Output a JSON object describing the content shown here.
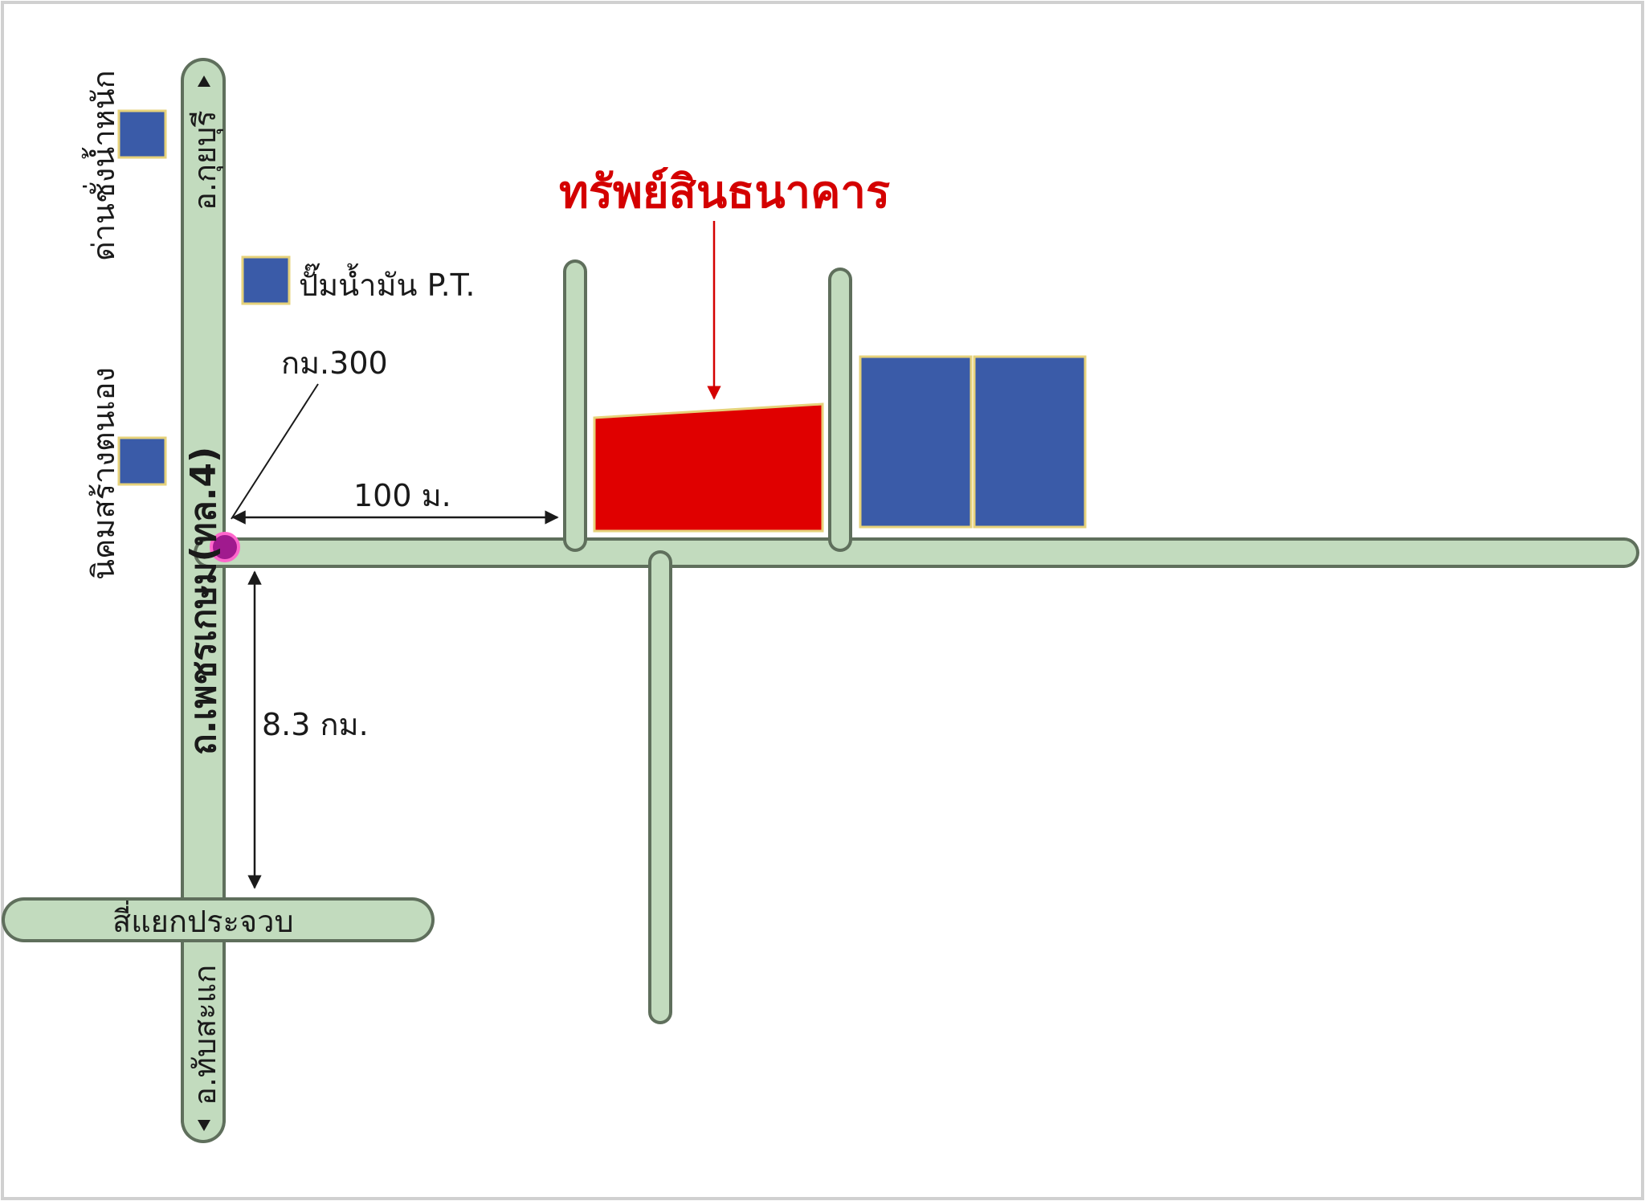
{
  "colors": {
    "road_fill": "#c2dbbe",
    "road_edge": "#5f6f5c",
    "building": "#3a5ba8",
    "property": "#e00000",
    "property_border": "#e6d27a",
    "marker": "#a01a8e",
    "marker_ring": "#ff66cc",
    "arrow": "#1a1a1a",
    "pointer": "#d40000",
    "title_text": "#d40000"
  },
  "labels": {
    "property_title": "ทรัพย์สินธนาคาร",
    "gas_station": "ปั๊มน้ำมัน P.T.",
    "km_marker": "กม.300",
    "distance_east": "100 ม.",
    "distance_south": "8.3 กม.",
    "main_road": "ถ.เพชรเกษม(ทล.4)",
    "intersection": "สี่แยกประจวบ",
    "to_north": "อ.กุยบุรี",
    "to_south": "อ.ทับสะแก",
    "weigh_station": "ด่านชั่งน้ำหนัก",
    "settlement": "นิคมสร้างตนเอง"
  }
}
